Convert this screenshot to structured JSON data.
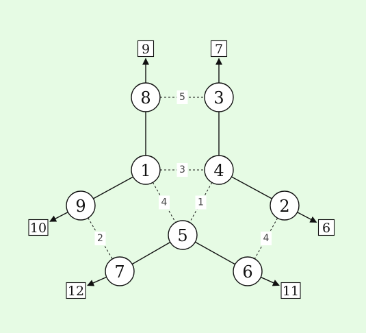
{
  "colors": {
    "background": "#e6fbe4",
    "stroke": "#111111",
    "node_fill": "#ffffff",
    "label_fill": "#ffffff",
    "label_text": "#444444"
  },
  "nodes": [
    {
      "id": "n8",
      "label": "8"
    },
    {
      "id": "n3",
      "label": "3"
    },
    {
      "id": "n1",
      "label": "1"
    },
    {
      "id": "n4",
      "label": "4"
    },
    {
      "id": "n9",
      "label": "9"
    },
    {
      "id": "n2",
      "label": "2"
    },
    {
      "id": "n5",
      "label": "5"
    },
    {
      "id": "n7",
      "label": "7"
    },
    {
      "id": "n6",
      "label": "6"
    }
  ],
  "boxes": [
    {
      "id": "b9",
      "label": "9"
    },
    {
      "id": "b7",
      "label": "7"
    },
    {
      "id": "b10",
      "label": "10"
    },
    {
      "id": "b6",
      "label": "6"
    },
    {
      "id": "b12",
      "label": "12"
    },
    {
      "id": "b11",
      "label": "11"
    }
  ],
  "solid_edges": [
    {
      "from": "n8",
      "to": "n1"
    },
    {
      "from": "n3",
      "to": "n4"
    },
    {
      "from": "n1",
      "to": "n9"
    },
    {
      "from": "n4",
      "to": "n2"
    },
    {
      "from": "n5",
      "to": "n7"
    },
    {
      "from": "n5",
      "to": "n6"
    }
  ],
  "dashed_edges": [
    {
      "from": "n8",
      "to": "n3",
      "label": "5"
    },
    {
      "from": "n1",
      "to": "n4",
      "label": "3"
    },
    {
      "from": "n1",
      "to": "n5",
      "label": "4"
    },
    {
      "from": "n4",
      "to": "n5",
      "label": "1"
    },
    {
      "from": "n9",
      "to": "n7",
      "label": "2"
    },
    {
      "from": "n2",
      "to": "n6",
      "label": "4"
    }
  ],
  "arrows": [
    {
      "from": "n8",
      "to": "b9"
    },
    {
      "from": "n3",
      "to": "b7"
    },
    {
      "from": "n9",
      "to": "b10"
    },
    {
      "from": "n2",
      "to": "b6"
    },
    {
      "from": "n7",
      "to": "b12"
    },
    {
      "from": "n6",
      "to": "b11"
    }
  ]
}
